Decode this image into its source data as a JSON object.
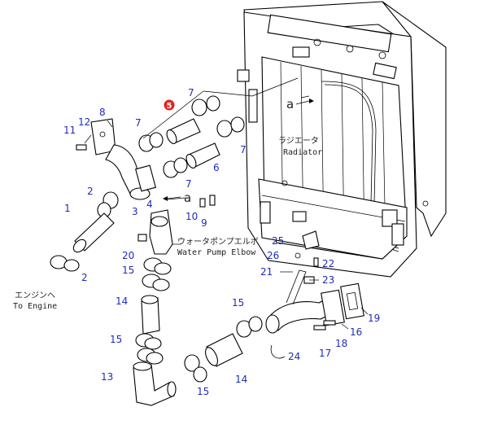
{
  "highlight": {
    "label": "5",
    "color": "#e0231c"
  },
  "callout_color": "#1f2db8",
  "callouts": {
    "c1": "1",
    "c2a": "2",
    "c2b": "2",
    "c3": "3",
    "c4": "4",
    "c6": "6",
    "c7a": "7",
    "c7b": "7",
    "c7c": "7",
    "c7d": "7",
    "c8": "8",
    "c9": "9",
    "c10": "10",
    "c11": "11",
    "c12": "12",
    "c13": "13",
    "c14a": "14",
    "c14b": "14",
    "c15a": "15",
    "c15b": "15",
    "c15c": "15",
    "c15d": "15",
    "c16": "16",
    "c17": "17",
    "c18": "18",
    "c19": "19",
    "c20": "20",
    "c21": "21",
    "c22": "22",
    "c23": "23",
    "c24": "24",
    "c25": "25",
    "c26": "26"
  },
  "notes": {
    "radiator_jp": "ラジエータ",
    "radiator_en": "Radiator",
    "pump_jp": "ウォータポンプエルボ",
    "pump_en": "Water Pump Elbow",
    "engine_jp": "エンジンへ",
    "engine_en": "To Engine",
    "ref_a1": "a",
    "ref_a2": "a"
  }
}
